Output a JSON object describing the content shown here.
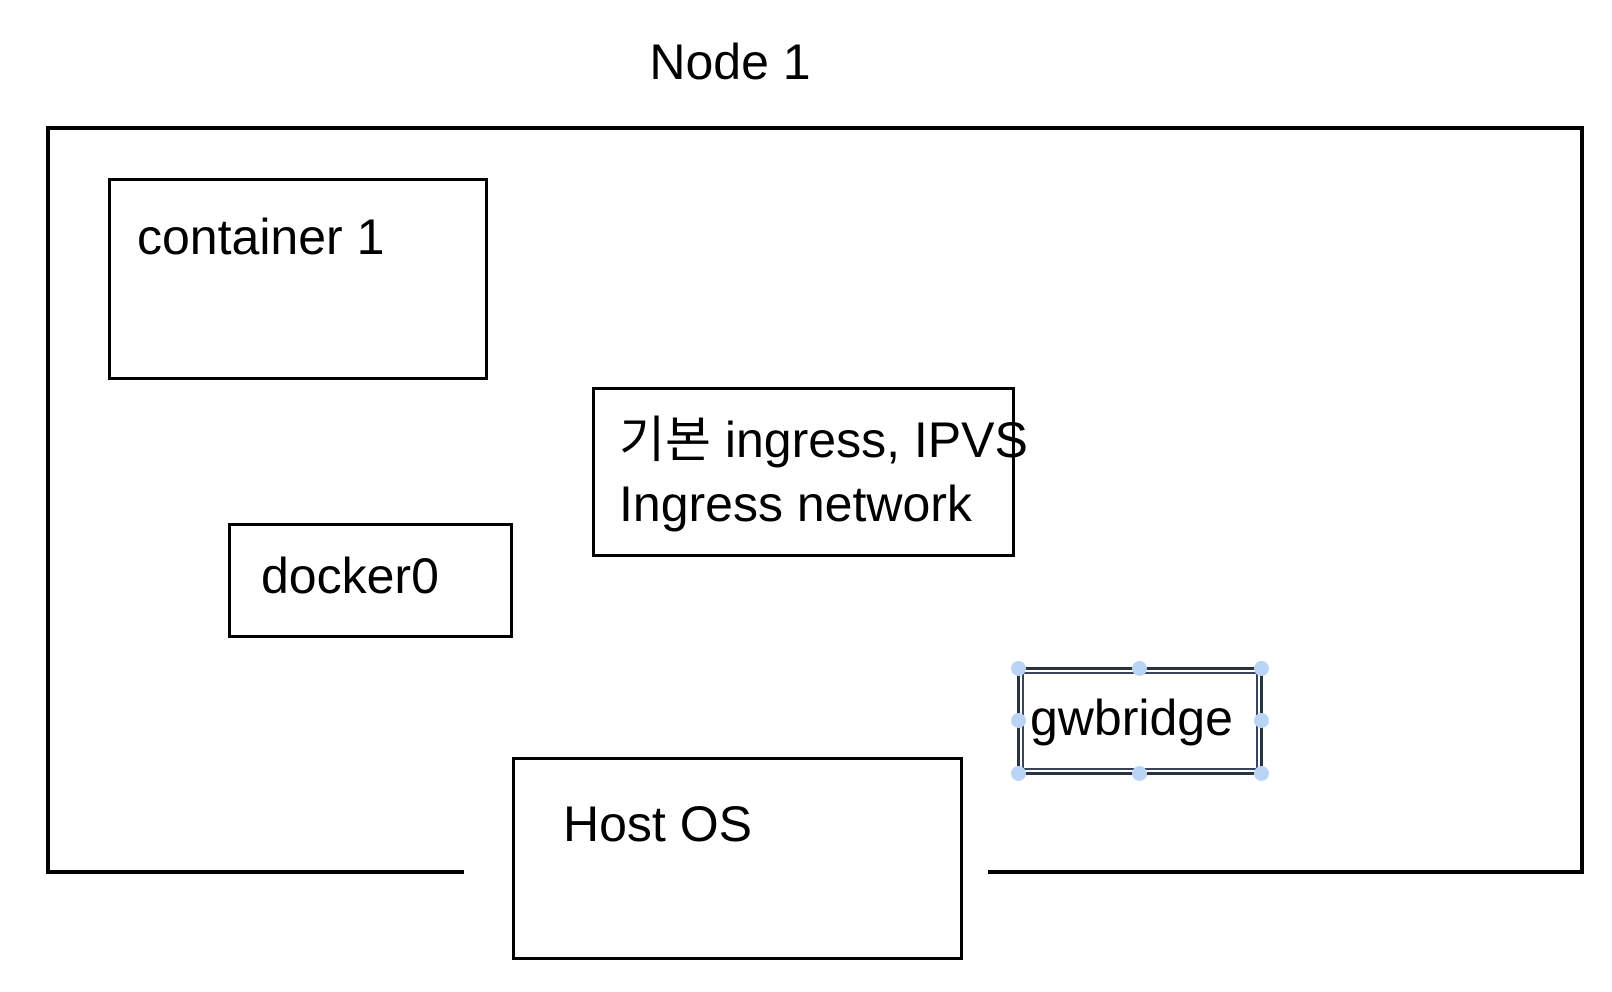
{
  "diagram": {
    "title": "Node 1",
    "shapes": {
      "container1": {
        "label": "container 1"
      },
      "ingress_network": {
        "line1": "기본 ingress, IPVS",
        "line2": "Ingress network"
      },
      "docker0": {
        "label": "docker0"
      },
      "gwbridge": {
        "label": "gwbridge",
        "state": "selected"
      },
      "host_os": {
        "label": "Host OS"
      }
    },
    "colors": {
      "background": "#ffffff",
      "shape_border": "#000000",
      "text": "#000000",
      "selection_handle_fill": "#b9d4f5",
      "selection_outline": "#2a3340"
    }
  }
}
